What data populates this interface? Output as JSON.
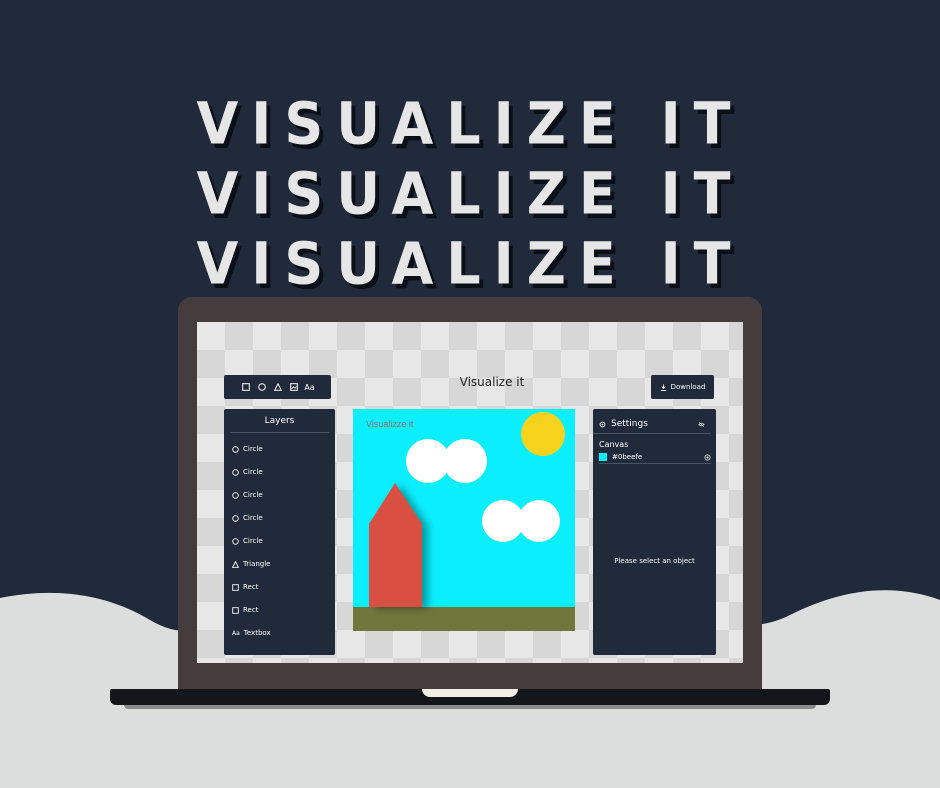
{
  "headline": [
    "VISUALIZE IT",
    "VISUALIZE IT",
    "VISUALIZE IT"
  ],
  "colors": {
    "background": "#212a3a",
    "wave": "#dcdddd",
    "panel": "#212a3a",
    "canvas_sky": "#0beefe",
    "sun": "#f7d31e",
    "house": "#d94f42",
    "ground": "#6f773d"
  },
  "app": {
    "title": "Visualize it",
    "toolbar": {
      "tools": [
        "rect-tool-icon",
        "circle-tool-icon",
        "triangle-tool-icon",
        "image-tool-icon"
      ],
      "text_tool_label": "Aa"
    },
    "download_label": "Download",
    "layers": {
      "title": "Layers",
      "items": [
        {
          "icon": "circle-icon",
          "label": "Circle"
        },
        {
          "icon": "circle-icon",
          "label": "Circle"
        },
        {
          "icon": "circle-icon",
          "label": "Circle"
        },
        {
          "icon": "circle-icon",
          "label": "Circle"
        },
        {
          "icon": "circle-icon",
          "label": "Circle"
        },
        {
          "icon": "triangle-icon",
          "label": "Triangle"
        },
        {
          "icon": "rect-icon",
          "label": "Rect"
        },
        {
          "icon": "rect-icon",
          "label": "Rect"
        },
        {
          "icon": "text-icon",
          "label": "Textbox",
          "glyph": "Aa"
        }
      ]
    },
    "canvas": {
      "text": "Visualizze it"
    },
    "settings": {
      "title": "Settings",
      "canvas_label": "Canvas",
      "canvas_color": "#0beefe",
      "empty_message": "Please select an object"
    }
  }
}
